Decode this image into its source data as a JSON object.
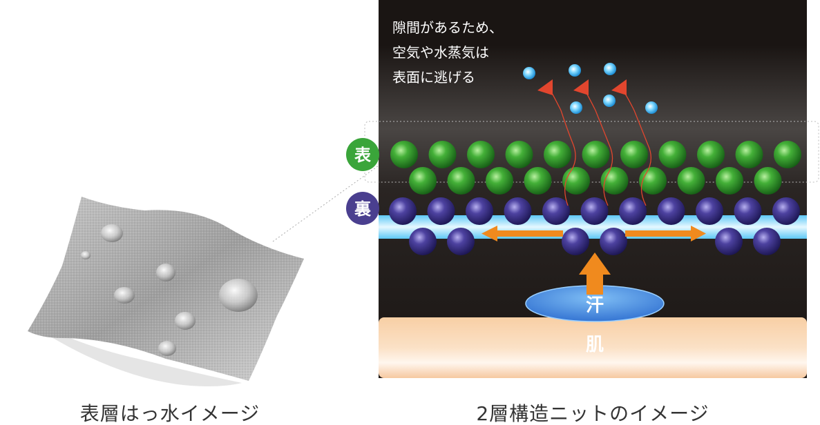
{
  "annotation": {
    "line1": "隙間があるため、",
    "line2": "空気や水蒸気は",
    "line3": "表面に逃げる"
  },
  "labels": {
    "front": "表",
    "back": "裏",
    "sweat": "汗",
    "skin": "肌"
  },
  "captions": {
    "left": "表層はっ水イメージ",
    "right": "2層構造ニットのイメージ"
  },
  "colors": {
    "front_layer": "#3aa53a",
    "back_layer": "#4a3f8f",
    "sweat_blob": "#3f8fe0",
    "skin": "#f6c9a0",
    "arrow_orange": "#f08a1e",
    "vapor_arrow": "#e2462e",
    "vapor_drop": "#5cc6f0",
    "panel_bg": "#1c1715"
  }
}
